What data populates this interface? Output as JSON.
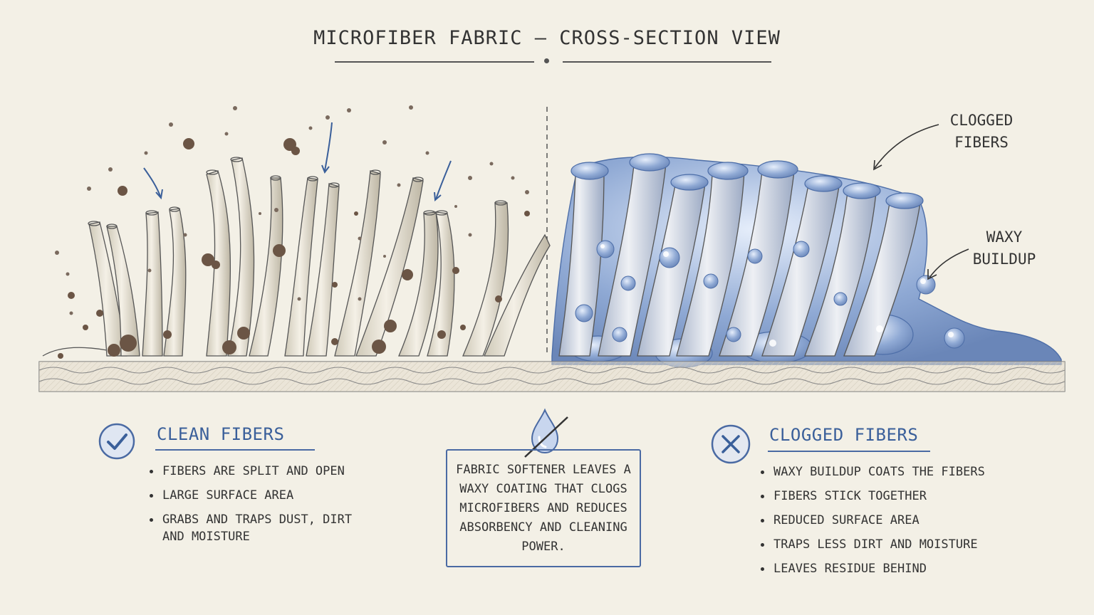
{
  "title": "MICROFIBER FABRIC – CROSS-SECTION VIEW",
  "labels": {
    "clogged_fibers": "CLOGGED FIBERS",
    "waxy_buildup": "WAXY BUILDUP"
  },
  "clean_panel": {
    "heading": "CLEAN FIBERS",
    "points": [
      "FIBERS ARE SPLIT AND OPEN",
      "LARGE SURFACE AREA",
      "GRABS AND TRAPS DUST, DIRT AND MOISTURE"
    ],
    "icon": "check-circle-icon"
  },
  "note": {
    "text": "FABRIC SOFTENER LEAVES A WAXY COATING THAT CLOGS MICROFIBERS AND REDUCES ABSORBENCY AND CLEANING POWER.",
    "icon": "no-water-drop-icon"
  },
  "clogged_panel": {
    "heading": "CLOGGED FIBERS",
    "points": [
      "WAXY BUILDUP COATS THE FIBERS",
      "FIBERS STICK TOGETHER",
      "REDUCED SURFACE AREA",
      "TRAPS LESS DIRT AND MOISTURE",
      "LEAVES RESIDUE BEHIND"
    ],
    "icon": "x-circle-icon"
  },
  "colors": {
    "accent_blue": "#4a6aa3",
    "wax_blue": "#8fa9d4",
    "fiber": "#e9e4d6",
    "dirt": "#6b5545",
    "ink": "#333333"
  }
}
